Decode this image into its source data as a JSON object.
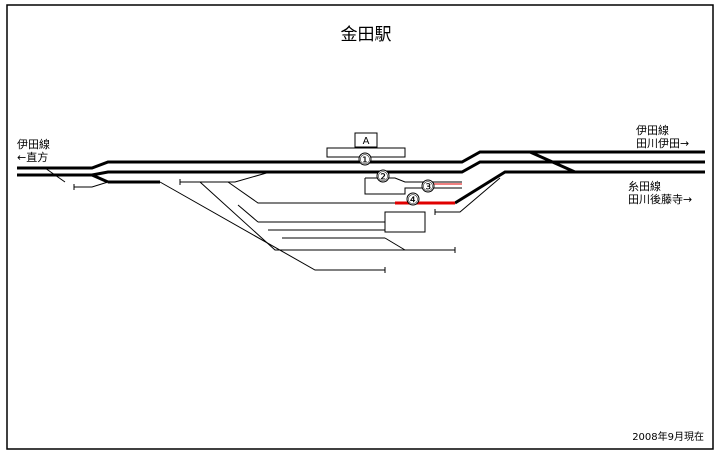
{
  "title": "金田駅",
  "left_line": {
    "name": "伊田線",
    "direction": "←直方"
  },
  "right_upper": {
    "name": "伊田線",
    "direction": "田川伊田→"
  },
  "right_lower": {
    "name": "糸田線",
    "direction": "田川後藤寺→"
  },
  "building_label": "A",
  "platform_numbers": [
    "①",
    "②",
    "③",
    "④"
  ],
  "footer": "2008年9月現在",
  "colors": {
    "track": "#000000",
    "highlight": "#e00000",
    "background": "#ffffff"
  }
}
